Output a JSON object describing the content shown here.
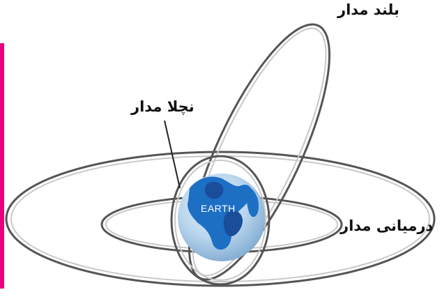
{
  "labels": {
    "high_orbit": "بلند مدار",
    "low_orbit": "نچلا مدار",
    "medium_orbit": "درمیانی مدار",
    "earth": "EARTH"
  },
  "colors": {
    "orbit_stroke": "#555555",
    "orbit_inner": "#c8c8c8",
    "ocean": "#1d6fc4",
    "land": "#1a4e9a",
    "edge_bar": "#e6007e"
  }
}
